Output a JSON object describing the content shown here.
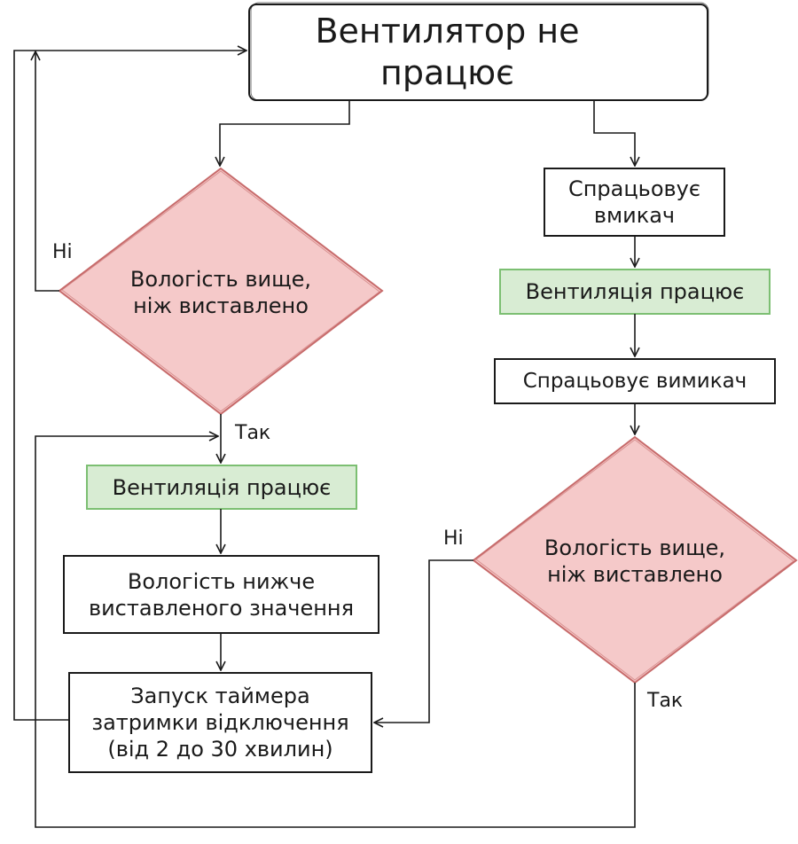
{
  "diagram": {
    "start": "Вентилятор не працює",
    "left_branch": {
      "decision": "Вологість вище,\nніж виставлено",
      "no_label": "Ні",
      "yes_label": "Так",
      "fan_on": "Вентиляція працює",
      "humidity_lower": "Вологість нижче\nвиставленого значення",
      "timer": "Запуск таймера\nзатримки відключення\n(від 2 до 30 хвилин)"
    },
    "right_branch": {
      "switch_on": "Спрацьовує\nвмикач",
      "fan_on": "Вентиляція працює",
      "switch_off": "Спрацьовує вимикач",
      "decision": "Вологість вище,\nніж виставлено",
      "no_label": "Ні",
      "yes_label": "Так"
    }
  },
  "colors": {
    "decision_fill": "#f5c9c9",
    "decision_stroke": "#c76b6b",
    "process_on_fill": "#d8ecd3",
    "process_on_stroke": "#7cbf72",
    "line": "#1a1a1a"
  }
}
